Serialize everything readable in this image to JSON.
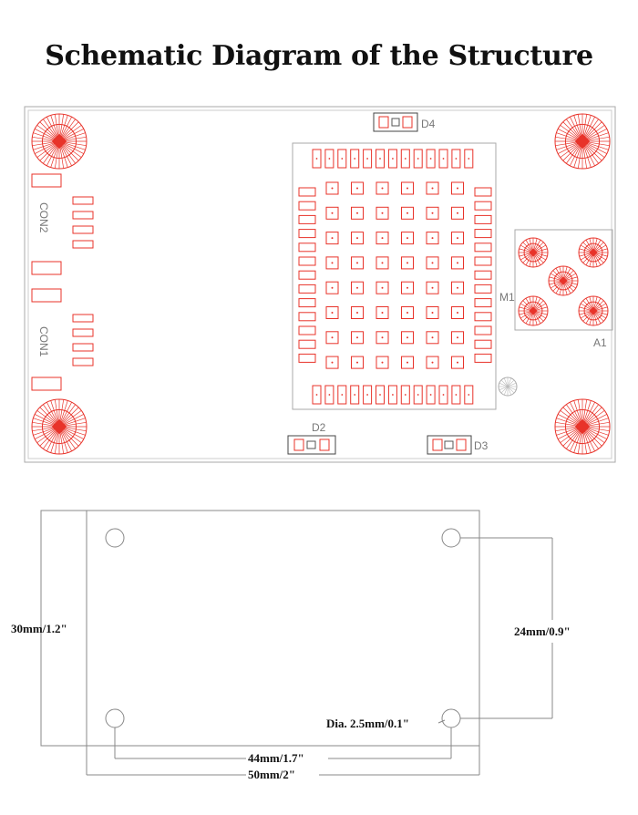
{
  "title": "Schematic Diagram of the Structure",
  "labels": {
    "d4": "D4",
    "d2": "D2",
    "d3": "D3",
    "m1": "M1",
    "a1": "A1",
    "con1": "CON1",
    "con2": "CON2"
  },
  "dimensions": {
    "height": "30mm/1.2\"",
    "hole_spacing_vertical": "24mm/0.9\"",
    "hole_diameter": "Dia. 2.5mm/0.1\"",
    "hole_spacing_horizontal": "44mm/1.7\"",
    "width": "50mm/2\""
  },
  "colors": {
    "pad": "#e8332a",
    "outline": "#888888",
    "board": "#aaaaaa"
  }
}
